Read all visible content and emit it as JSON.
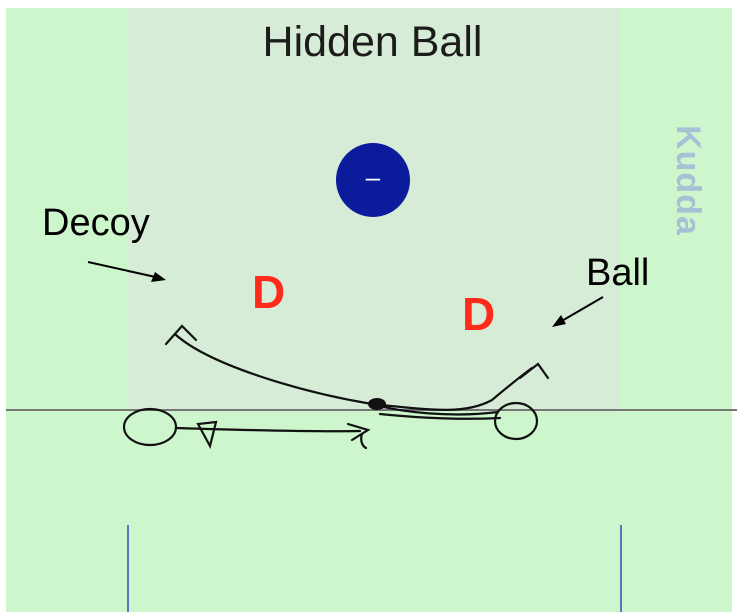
{
  "diagram": {
    "title": "Hidden Ball",
    "labels": {
      "decoy": "Decoy",
      "ball": "Ball"
    },
    "defenders": [
      "D",
      "D"
    ],
    "offense_marker": "–",
    "watermark": "Kudda",
    "colors": {
      "field": "#cdf6cd",
      "zone": "#d7ecd7",
      "defender": "#ff2a1a",
      "offense_marker": "#0a1c9c",
      "line": "#777777",
      "pylon": "#5f72c0"
    }
  }
}
